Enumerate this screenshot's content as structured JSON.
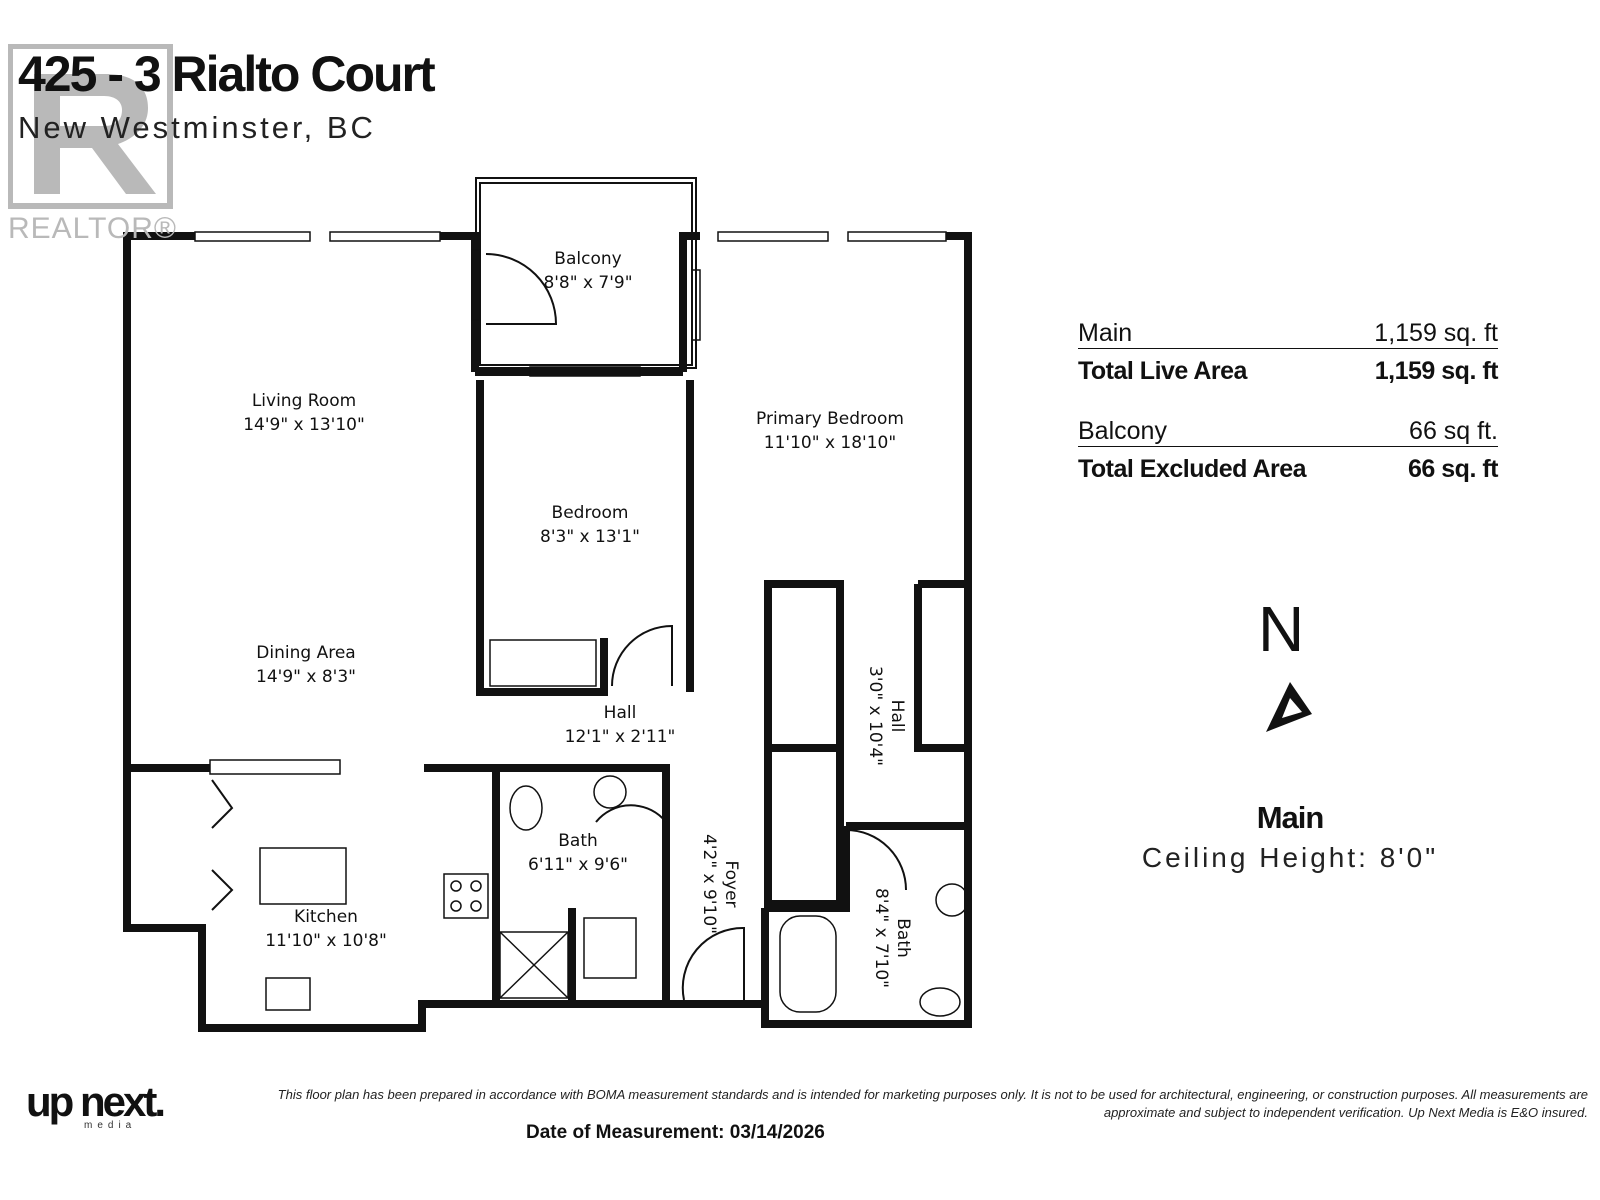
{
  "header": {
    "title": "425 - 3 Rialto Court",
    "subtitle": "New Westminster, BC",
    "logo_text": "REALTOR®"
  },
  "rooms": [
    {
      "name": "Balcony",
      "dims": "8'8\" x 7'9\""
    },
    {
      "name": "Living Room",
      "dims": "14'9\" x 13'10\""
    },
    {
      "name": "Primary Bedroom",
      "dims": "11'10\" x 18'10\""
    },
    {
      "name": "Bedroom",
      "dims": "8'3\" x 13'1\""
    },
    {
      "name": "Dining Area",
      "dims": "14'9\" x 8'3\""
    },
    {
      "name": "Hall",
      "dims": "12'1\" x 2'11\""
    },
    {
      "name": "Hall",
      "dims": "3'0\" x 10'4\""
    },
    {
      "name": "Bath",
      "dims": "6'11\" x 9'6\""
    },
    {
      "name": "Foyer",
      "dims": "4'2\" x 9'10\""
    },
    {
      "name": "Kitchen",
      "dims": "11'10\" x 10'8\""
    },
    {
      "name": "Bath",
      "dims": "8'4\" x 7'10\""
    }
  ],
  "areas": [
    {
      "label": "Main",
      "value": "1,159 sq. ft",
      "style": "underline"
    },
    {
      "label": "Total Live Area",
      "value": "1,159 sq. ft",
      "style": "bold"
    },
    {
      "label": "Balcony",
      "value": "66 sq ft.",
      "style": "underline"
    },
    {
      "label": "Total Excluded Area",
      "value": "66 sq. ft",
      "style": "bold"
    }
  ],
  "compass": {
    "label": "N"
  },
  "level": {
    "name": "Main",
    "ceiling": "Ceiling Height: 8'0\""
  },
  "footer": {
    "brand": "up next.",
    "brand_sub": "media",
    "disclaimer": "This floor plan has been prepared in accordance with BOMA measurement standards and is intended for marketing purposes only. It is not to be used for architectural, engineering, or construction purposes. All measurements are approximate and subject to independent verification. Up Next Media is E&O insured.",
    "date": "Date of Measurement: 03/14/2026"
  },
  "colors": {
    "wall": "#111111",
    "logo": "#b9b9b9",
    "text": "#111111"
  }
}
